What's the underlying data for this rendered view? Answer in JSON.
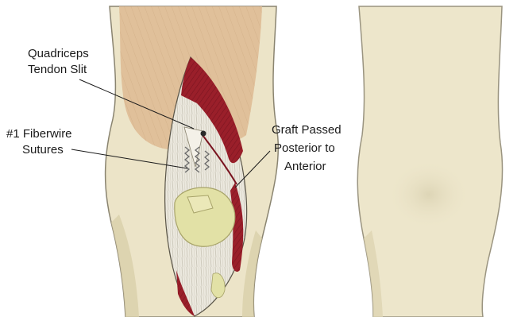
{
  "labels": {
    "quadriceps_line1": "Quadriceps",
    "quadriceps_line2": "Tendon Slit",
    "fiberwire_line1": "#1 Fiberwire",
    "fiberwire_line2": "Sutures",
    "graft_line1": "Graft Passed",
    "graft_line2": "Posterior to",
    "graft_line3": "Anterior"
  },
  "colors": {
    "skin": "#ece4c8",
    "skin_shadow": "#d9cfaa",
    "thigh_muscle": "#dcb891",
    "muscle_red": "#9a1f2a",
    "tendon": "#e9e6dc",
    "patella": "#e2e1a6",
    "outline": "#7a7560"
  }
}
